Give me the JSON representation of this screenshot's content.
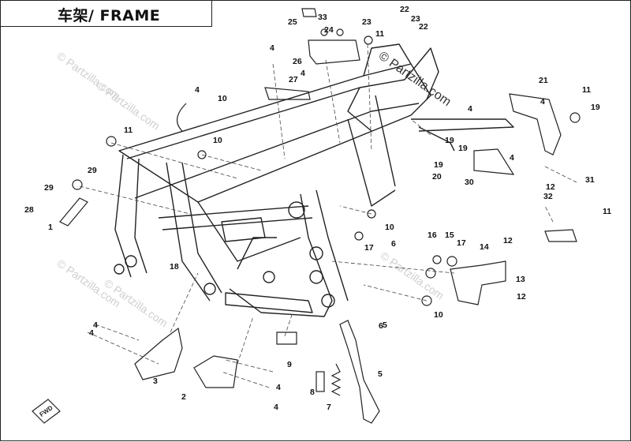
{
  "title": "车架/ FRAME",
  "watermarks": [
    {
      "text": "© Partzilla.com",
      "style": "light"
    },
    {
      "text": "© Partzilla.com",
      "style": "dark"
    },
    {
      "text": "© Partzilla.com",
      "style": "light"
    },
    {
      "text": "© Partzilla.com",
      "style": "light"
    },
    {
      "text": "© Partzilla.com",
      "style": "light"
    },
    {
      "text": "© Partzilla.com",
      "style": "light"
    }
  ],
  "callouts": [
    "25",
    "33",
    "24",
    "23",
    "22",
    "23",
    "22",
    "11",
    "4",
    "26",
    "4",
    "27",
    "4",
    "10",
    "11",
    "10",
    "29",
    "29",
    "28",
    "1",
    "18",
    "4",
    "21",
    "4",
    "11",
    "19",
    "19",
    "19",
    "19",
    "20",
    "4",
    "30",
    "31",
    "12",
    "32",
    "11",
    "10",
    "17",
    "16",
    "15",
    "17",
    "6",
    "5",
    "14",
    "12",
    "13",
    "10",
    "12",
    "4",
    "4",
    "3",
    "2",
    "9",
    "6",
    "5",
    "4",
    "4",
    "8",
    "7"
  ],
  "fwd_label": "FWD",
  "colors": {
    "line": "#222222",
    "watermark": "#cfcfcf",
    "dash": "#444444"
  }
}
